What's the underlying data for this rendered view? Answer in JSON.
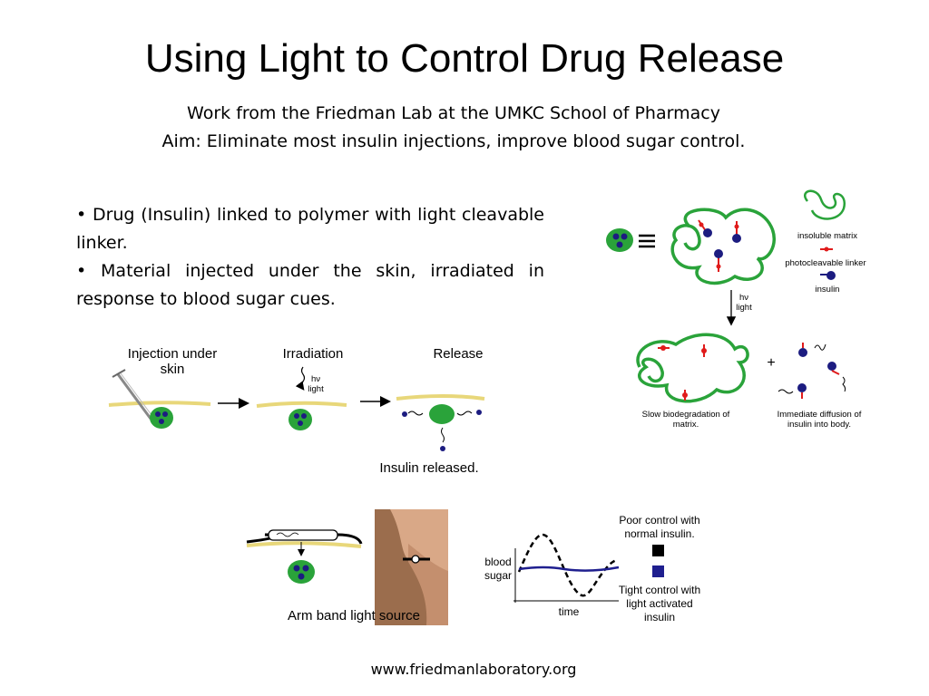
{
  "slide": {
    "title": "Using Light to Control Drug Release",
    "subtitle_line1": "Work from the Friedman Lab at the UMKC School of Pharmacy",
    "subtitle_line2": "Aim:  Eliminate most insulin injections, improve blood sugar control.",
    "bullets": [
      "• Drug (Insulin) linked to polymer with light cleavable linker.",
      "• Material injected under the skin, irradiated in response to blood sugar cues."
    ],
    "footer": "www.friedmanlaboratory.org"
  },
  "process_diagram": {
    "step1": "Injection under skin",
    "step2": "Irradiation",
    "step3": "Release",
    "hv": "hν",
    "light": "light",
    "released": "Insulin released."
  },
  "matrix_diagram": {
    "legend_matrix": "insoluble matrix",
    "legend_linker": "photocleavable linker",
    "legend_insulin": "insulin",
    "hv": "hν",
    "light": "light",
    "plus": "+",
    "slow_caption": "Slow biodegradation of matrix.",
    "immediate_caption": "Immediate diffusion of insulin into body."
  },
  "armband": {
    "caption": "Arm band light source"
  },
  "glucose_chart": {
    "ylabel": "blood sugar",
    "xlabel": "time",
    "legend_poor": "Poor control with normal insulin.",
    "legend_tight": "Tight control with light activated insulin",
    "color_poor": "#000000",
    "color_tight": "#1f1f8f"
  },
  "colors": {
    "green": "#2aa33a",
    "insulin_blue": "#1c1c80",
    "linker_red": "#e01b1b",
    "skin_yellow": "#e8d77a"
  }
}
